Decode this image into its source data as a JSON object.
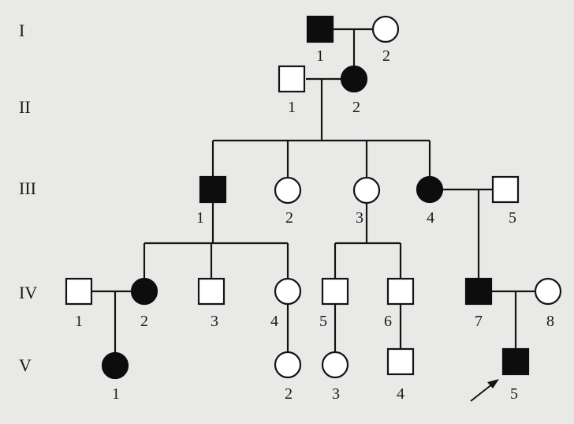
{
  "generations": [
    "I",
    "II",
    "III",
    "IV",
    "V"
  ],
  "individuals": [
    {
      "id": "I-1",
      "label": "1",
      "sex": "male",
      "affected": true
    },
    {
      "id": "I-2",
      "label": "2",
      "sex": "female",
      "affected": false
    },
    {
      "id": "II-1",
      "label": "1",
      "sex": "male",
      "affected": false
    },
    {
      "id": "II-2",
      "label": "2",
      "sex": "female",
      "affected": true
    },
    {
      "id": "III-1",
      "label": "1",
      "sex": "male",
      "affected": true
    },
    {
      "id": "III-2",
      "label": "2",
      "sex": "female",
      "affected": false
    },
    {
      "id": "III-3",
      "label": "3",
      "sex": "female",
      "affected": false
    },
    {
      "id": "III-4",
      "label": "4",
      "sex": "female",
      "affected": true
    },
    {
      "id": "III-5",
      "label": "5",
      "sex": "male",
      "affected": false
    },
    {
      "id": "IV-1",
      "label": "1",
      "sex": "male",
      "affected": false
    },
    {
      "id": "IV-2",
      "label": "2",
      "sex": "female",
      "affected": true
    },
    {
      "id": "IV-3",
      "label": "3",
      "sex": "male",
      "affected": false
    },
    {
      "id": "IV-4",
      "label": "4",
      "sex": "female",
      "affected": false
    },
    {
      "id": "IV-5",
      "label": "5",
      "sex": "male",
      "affected": false
    },
    {
      "id": "IV-6",
      "label": "6",
      "sex": "male",
      "affected": false
    },
    {
      "id": "IV-7",
      "label": "7",
      "sex": "male",
      "affected": true
    },
    {
      "id": "IV-8",
      "label": "8",
      "sex": "female",
      "affected": false
    },
    {
      "id": "V-1",
      "label": "1",
      "sex": "female",
      "affected": true
    },
    {
      "id": "V-2",
      "label": "2",
      "sex": "female",
      "affected": false
    },
    {
      "id": "V-3",
      "label": "3",
      "sex": "female",
      "affected": false
    },
    {
      "id": "V-4",
      "label": "4",
      "sex": "male",
      "affected": false
    },
    {
      "id": "V-5",
      "label": "5",
      "sex": "male",
      "affected": true
    }
  ],
  "proband": "V-5",
  "colors": {
    "affected": "#0d0d0d",
    "unaffected": "#ffffff",
    "line": "#141414",
    "background": "#e9e9e7"
  }
}
